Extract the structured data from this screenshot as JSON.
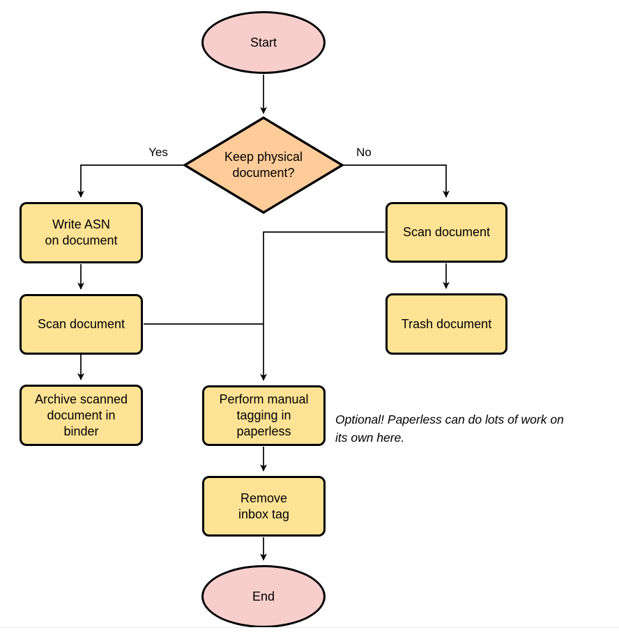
{
  "colors": {
    "terminalFill": "#F8CECC",
    "decisionFill": "#FFCC99",
    "processFill": "#FFE394",
    "stroke": "#000000",
    "divider": "#e3e8ed"
  },
  "nodes": {
    "start": {
      "type": "terminal",
      "label": "Start"
    },
    "decision": {
      "type": "decision",
      "label": "Keep physical\ndocument?"
    },
    "write_asn": {
      "type": "process",
      "label": "Write ASN\non document"
    },
    "scan_left": {
      "type": "process",
      "label": "Scan document"
    },
    "archive": {
      "type": "process",
      "label": "Archive scanned\ndocument in\nbinder"
    },
    "scan_right": {
      "type": "process",
      "label": "Scan document"
    },
    "trash": {
      "type": "process",
      "label": "Trash document"
    },
    "tagging": {
      "type": "process",
      "label": "Perform manual\ntagging in\npaperless"
    },
    "remove_tag": {
      "type": "process",
      "label": "Remove\ninbox tag"
    },
    "end": {
      "type": "terminal",
      "label": "End"
    }
  },
  "edge_labels": {
    "yes": "Yes",
    "no": "No"
  },
  "annotation": "Optional! Paperless can do lots of work on\nits own here."
}
